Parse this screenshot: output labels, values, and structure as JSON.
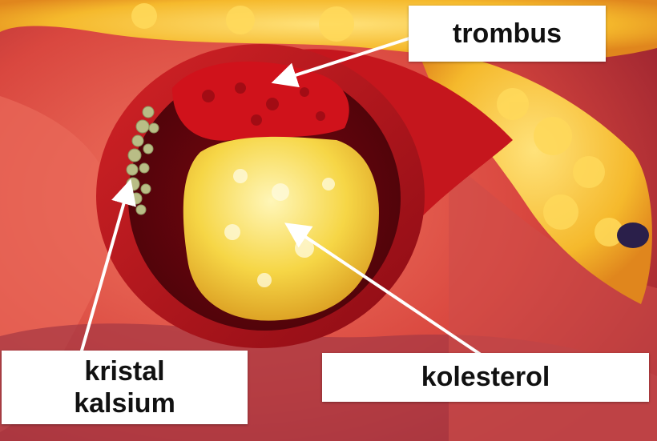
{
  "labels": {
    "trombus": "trombus",
    "kolesterol": "kolesterol",
    "kalsium_line1": "kristal",
    "kalsium_line2": "kalsium"
  },
  "colors": {
    "tissue": "#d94a45",
    "vessel_wall": "#b3161c",
    "fat": "#f6c431",
    "thrombus": "#c8101a",
    "cholesterol": "#f4d03f",
    "calcium": "#b9bd86",
    "arrow": "#ffffff"
  }
}
